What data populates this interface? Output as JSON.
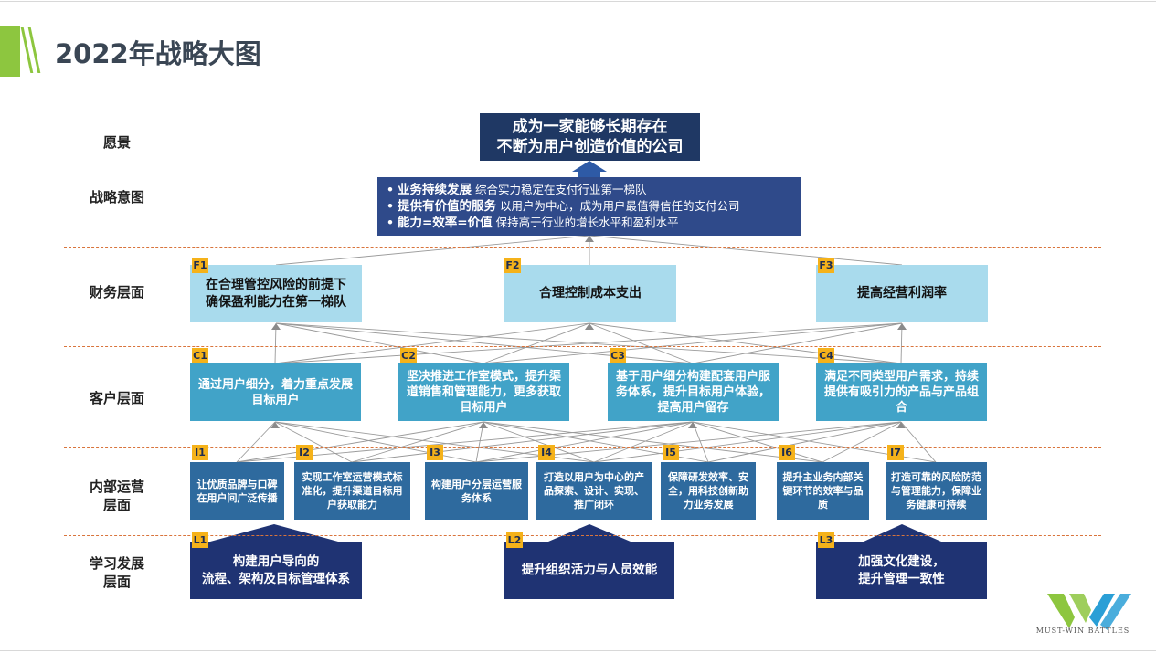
{
  "page": {
    "title": "2022年战略大图"
  },
  "rows": {
    "vision": "愿景",
    "intent": "战略意图",
    "finance": "财务层面",
    "customer": "客户层面",
    "internal": "内部运营\n层面",
    "learning": "学习发展\n层面"
  },
  "vision_box": {
    "line1": "成为一家能够长期存在",
    "line2": "不断为用户创造价值的公司"
  },
  "intent_box": {
    "items": [
      {
        "bold": "业务持续发展",
        "text": " 综合实力稳定在支付行业第一梯队"
      },
      {
        "bold": "提供有价值的服务",
        "text": " 以用户为中心，成为用户最值得信任的支付公司"
      },
      {
        "bold": "能力=效率=价值",
        "text": " 保持高于行业的增长水平和盈利水平"
      }
    ]
  },
  "finance": [
    {
      "tag": "F1",
      "text": "在合理管控风险的前提下\n确保盈利能力在第一梯队"
    },
    {
      "tag": "F2",
      "text": "合理控制成本支出"
    },
    {
      "tag": "F3",
      "text": "提高经营利润率"
    }
  ],
  "customer": [
    {
      "tag": "C1",
      "text": "通过用户细分，着力重点发展目标用户"
    },
    {
      "tag": "C2",
      "text": "坚决推进工作室模式，提升渠道销售和管理能力，更多获取目标用户"
    },
    {
      "tag": "C3",
      "text": "基于用户细分构建配套用户服务体系，提升目标用户体验，提高用户留存"
    },
    {
      "tag": "C4",
      "text": "满足不同类型用户需求，持续提供有吸引力的产品与产品组合"
    }
  ],
  "internal": [
    {
      "tag": "I1",
      "text": "让优质品牌与口碑在用户间广泛传播"
    },
    {
      "tag": "I2",
      "text": "实现工作室运营模式标准化，提升渠道目标用户获取能力"
    },
    {
      "tag": "I3",
      "text": "构建用户分层运营服务体系"
    },
    {
      "tag": "I4",
      "text": "打造以用户为中心的产品探索、设计、实现、推广闭环"
    },
    {
      "tag": "I5",
      "text": "保障研发效率、安全，用科技创新助力业务发展"
    },
    {
      "tag": "I6",
      "text": "提升主业务内部关键环节的效率与品质"
    },
    {
      "tag": "I7",
      "text": "打造可靠的风险防范与管理能力，保障业务健康可持续"
    }
  ],
  "learning": [
    {
      "tag": "L1",
      "text": "构建用户导向的\n流程、架构及目标管理体系"
    },
    {
      "tag": "L2",
      "text": "提升组织活力与人员效能"
    },
    {
      "tag": "L3",
      "text": "加强文化建设，\n提升管理一致性"
    }
  ],
  "logo": {
    "text": "MUST-WIN BATTLES",
    "colors": {
      "green": "#8dc63f",
      "blue": "#2a9fd6"
    }
  },
  "colors": {
    "vision": "#1f3864",
    "intent": "#2f4a8a",
    "finance": "#a9dbed",
    "customer": "#41a3c8",
    "internal": "#2e6a9e",
    "learning": "#1f3373",
    "tag": "#f5b21a",
    "divider": "#d9743c",
    "accent": "#8dc63f"
  }
}
